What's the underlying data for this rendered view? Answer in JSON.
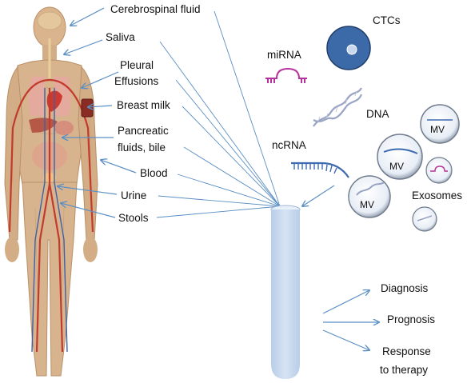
{
  "fluids": {
    "cerebrospinal": "Cerebrospinal fluid",
    "saliva": "Saliva",
    "pleural_line1": "Pleural",
    "pleural_line2": "Effusions",
    "breast_milk": "Breast milk",
    "pancreatic_line1": "Pancreatic",
    "pancreatic_line2": "fluids, bile",
    "blood": "Blood",
    "urine": "Urine",
    "stools": "Stools"
  },
  "analytes": {
    "ctcs": "CTCs",
    "mirna": "miRNA",
    "dna": "DNA",
    "ncrna": "ncRNA",
    "exosomes": "Exosomes",
    "mv": "MV"
  },
  "outcomes": {
    "diagnosis": "Diagnosis",
    "prognosis": "Prognosis",
    "response_line1": "Response",
    "response_line2": "to therapy"
  },
  "colors": {
    "arrow": "#5b8fc4",
    "ctc_fill": "#3c6aa8",
    "tube": "#c6d8ee",
    "mirna": "#b4329b",
    "body": "#d8b48e"
  }
}
